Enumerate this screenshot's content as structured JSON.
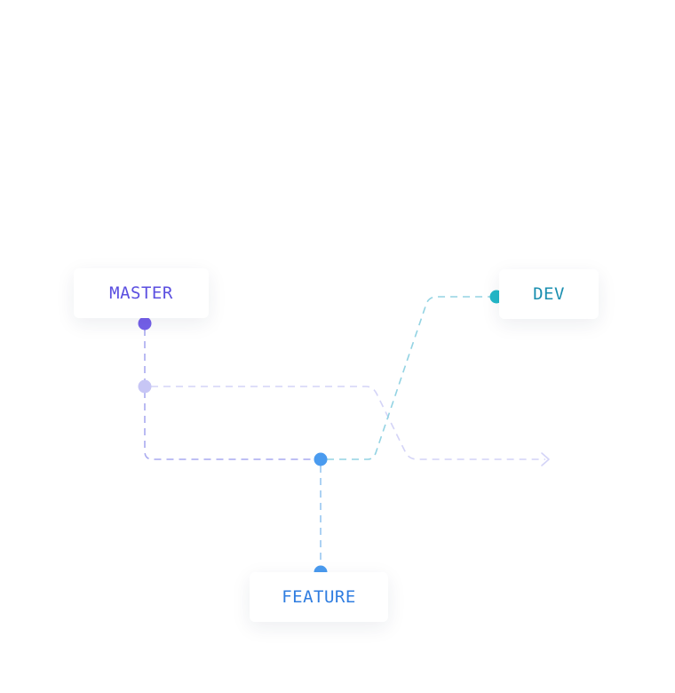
{
  "branches": {
    "master": {
      "label": "MASTER",
      "color": "#5b4fe0"
    },
    "dev": {
      "label": "DEV",
      "color": "#1b8fb0"
    },
    "feature": {
      "label": "FEATURE",
      "color": "#2f7de0"
    }
  },
  "colors": {
    "master_node": "#7560ea",
    "master_fork_node": "#c7c6f5",
    "merge_node": "#4a9bef",
    "dev_node": "#23b8c8",
    "feature_node": "#4a9bef",
    "master_line": "#a9aaf0",
    "ghost_line": "#d4d4f7",
    "dev_line": "#93d3e3",
    "feature_line": "#97c6f0"
  }
}
